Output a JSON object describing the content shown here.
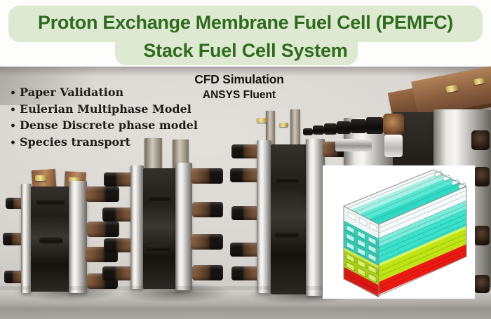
{
  "banner": {
    "line1": "Proton Exchange Membrane Fuel Cell (PEMFC)",
    "line2": "Stack Fuel Cell System"
  },
  "bullets": {
    "marker": "•",
    "items": [
      "Paper Validation",
      "Eulerian Multiphase Model",
      "Dense Discrete phase model",
      "Species transport"
    ]
  },
  "cfd": {
    "title": "CFD Simulation",
    "subtitle": "ANSYS Fluent"
  },
  "colors": {
    "banner_bg": "#dee9d2",
    "title_text": "#2f6b1d",
    "body_text": "#201d19",
    "backdrop_gray": "#dad7d2",
    "aluminum": "#e9e7e3",
    "copper": "#a5754e",
    "bolt_bronze": "#6b4a33",
    "sim_cyan": "#3ae2cb",
    "sim_green": "#bfe414",
    "sim_red": "#ec1a12",
    "inset_bg": "#ffffff"
  }
}
